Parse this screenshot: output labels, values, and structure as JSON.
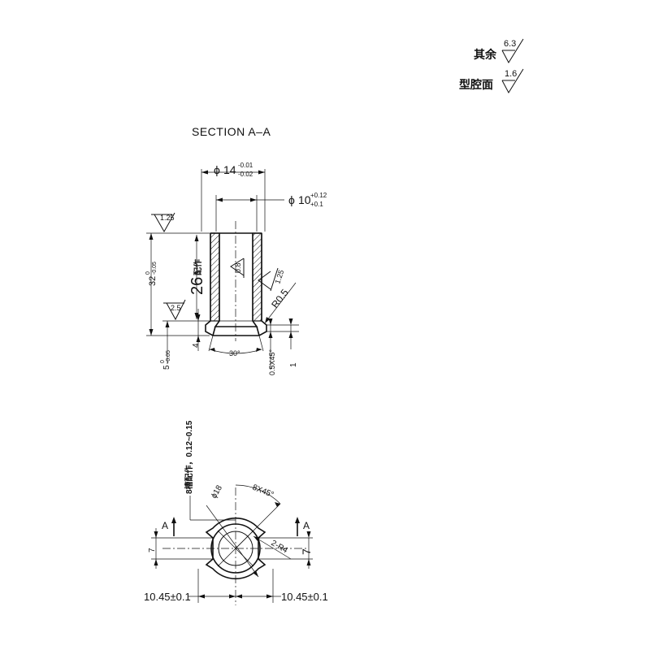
{
  "roughness": {
    "rest_label": "其余",
    "rest_value": "6.3",
    "cavity_label": "型腔面",
    "cavity_value": "1.6"
  },
  "section": {
    "title": "SECTION A–A",
    "outer_dia_symbol": "ϕ",
    "outer_dia_value": "14",
    "outer_dia_tol_upper": "-0.01",
    "outer_dia_tol_lower": "-0.02",
    "inner_dia_symbol": "ϕ",
    "inner_dia_value": "10",
    "inner_dia_tol_upper": "+0.12",
    "inner_dia_tol_lower": "+0.1",
    "rough_top": "1.25",
    "rough_inner": "0.8",
    "rough_right": "1.25",
    "rough_left": "2.5",
    "length_total": "32",
    "length_total_tol_upper": "0",
    "length_total_tol_lower": "-0.05",
    "length_26": "26",
    "length_26_note": "配作",
    "radius": "R0.5",
    "chamfer_angle": "30°",
    "dim_4": "4",
    "dim_5": "5",
    "dim_5_tol_upper": "0",
    "dim_5_tol_lower": "-0.05",
    "chamfer": "0.5X45°",
    "dim_1": "1"
  },
  "plan": {
    "note": "8槽配作，0.12~0.15",
    "dia_18": "ϕ18",
    "angle_8x45": "8X45°",
    "radius_2r4": "2-R4",
    "section_mark_left": "A",
    "section_mark_right": "A",
    "dim_7_left": "7",
    "dim_7_right": "7",
    "dim_left_width": "10.45±0.1",
    "dim_right_width": "10.45±0.1"
  }
}
